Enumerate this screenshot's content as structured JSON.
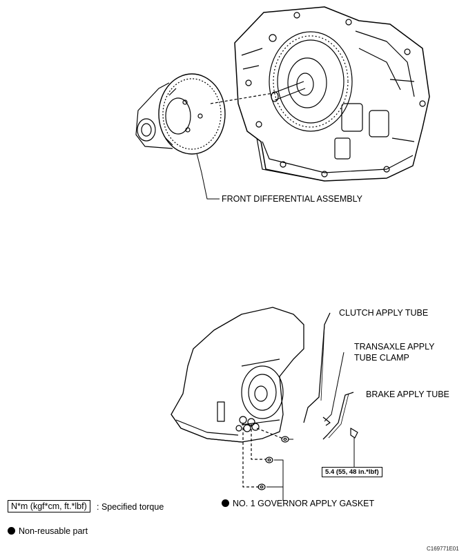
{
  "labels": {
    "front_differential": "FRONT DIFFERENTIAL ASSEMBLY",
    "clutch_apply_tube": "CLUTCH APPLY TUBE",
    "transaxle_clamp_line1": "TRANSAXLE APPLY",
    "transaxle_clamp_line2": "TUBE CLAMP",
    "brake_apply_tube": "BRAKE APPLY TUBE",
    "torque_value": "5.4 (55, 48 in.*lbf)",
    "gasket": "NO. 1 GOVERNOR APPLY GASKET"
  },
  "legend": {
    "torque_unit": "N*m (kgf*cm, ft.*lbf)",
    "torque_text": ": Specified torque",
    "nonreusable_text": "Non-reusable part"
  },
  "figure_code": "C169771E01"
}
